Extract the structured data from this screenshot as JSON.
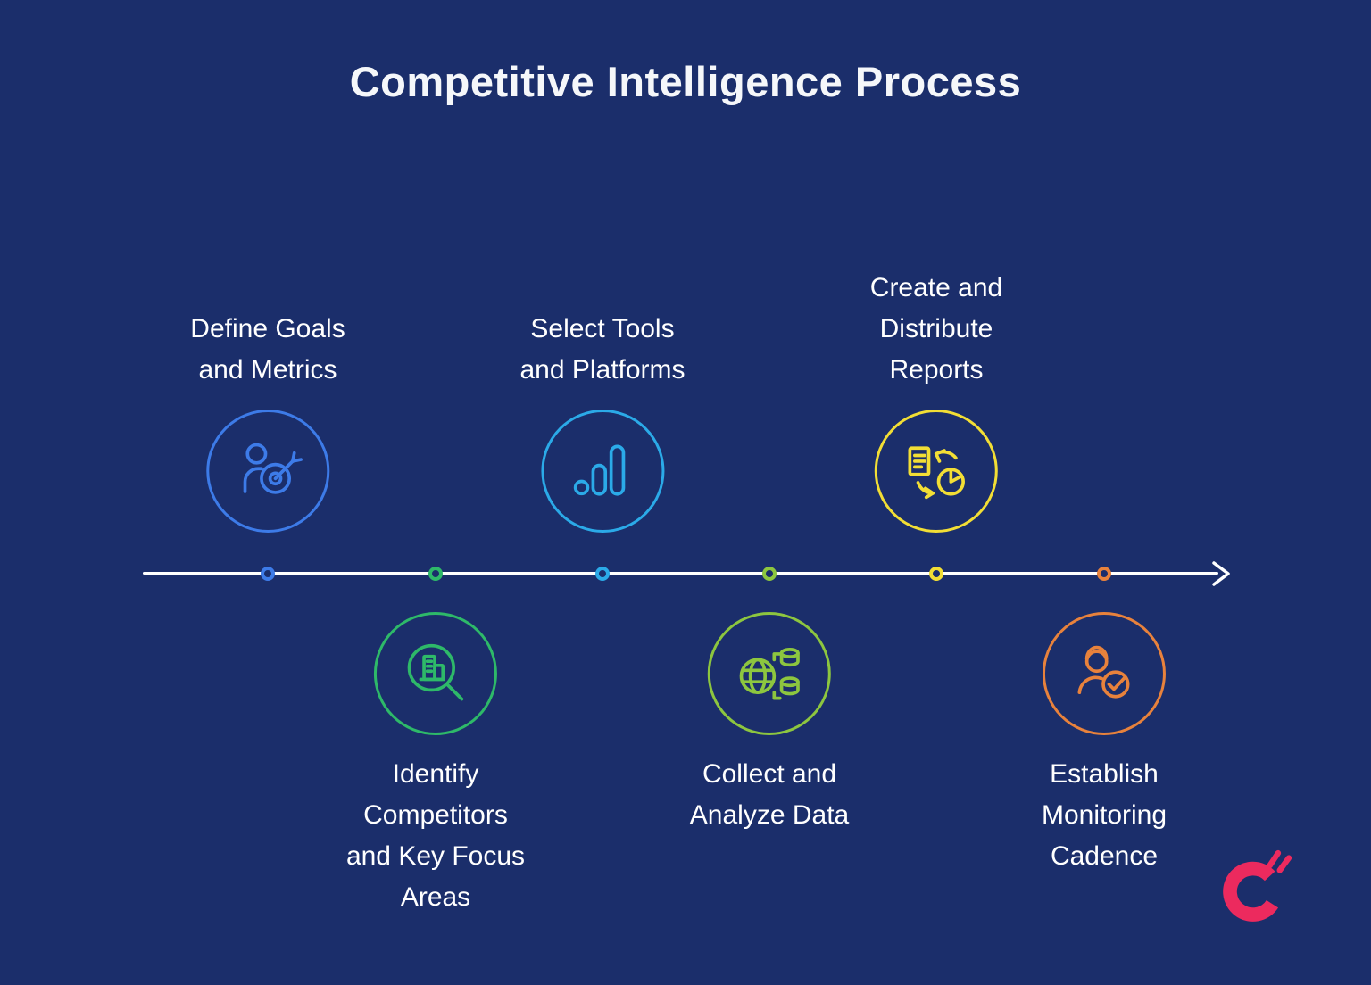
{
  "title": "Competitive Intelligence Process",
  "colors": {
    "background": "#1B2E6B",
    "text": "#FFFFFF",
    "timeline_line": "#FFFFFF"
  },
  "steps": [
    {
      "label_lines": [
        "Define Goals",
        "and Metrics"
      ],
      "position": "above",
      "color": "#3D7BE8",
      "icon": "person-target-icon"
    },
    {
      "label_lines": [
        "Identify",
        "Competitors",
        "and Key Focus",
        "Areas"
      ],
      "position": "below",
      "color": "#2EB969",
      "icon": "magnifier-building-icon"
    },
    {
      "label_lines": [
        "Select Tools",
        "and Platforms"
      ],
      "position": "above",
      "color": "#2BAAE8",
      "icon": "bar-chart-icon"
    },
    {
      "label_lines": [
        "Collect and",
        "Analyze Data"
      ],
      "position": "below",
      "color": "#8DC63F",
      "icon": "globe-database-icon"
    },
    {
      "label_lines": [
        "Create and",
        "Distribute",
        "Reports"
      ],
      "position": "above",
      "color": "#F2DE35",
      "icon": "report-sync-icon"
    },
    {
      "label_lines": [
        "Establish",
        "Monitoring",
        "Cadence"
      ],
      "position": "below",
      "color": "#E8823C",
      "icon": "person-check-icon"
    }
  ],
  "logo": {
    "name": "crayon-logo",
    "color": "#EC2A5E"
  }
}
